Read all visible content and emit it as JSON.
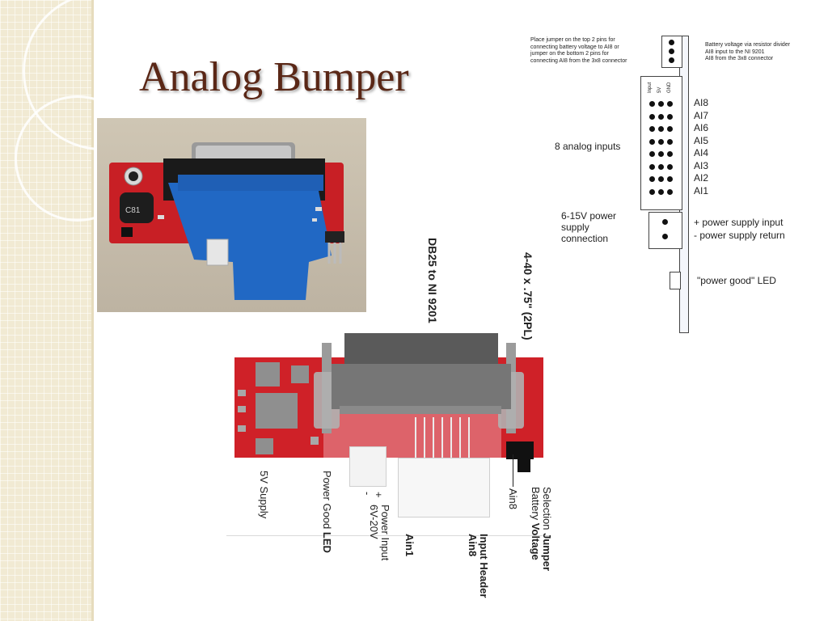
{
  "slide": {
    "title": "Analog Bumper"
  },
  "schematic": {
    "jumper_note": [
      "Place jumper on the top 2 pins for",
      "connecting battery voltage to AI8 or",
      "jumper on the bottom 2 pins for",
      "connecting AI8 from the 3x8 connector"
    ],
    "battery_note": [
      "Battery voltage via resistor divider",
      "AI8 input to the NI 9201",
      "AI8 from the 3x8 connector"
    ],
    "header_labels": [
      "Input",
      "5V",
      "GND"
    ],
    "analog_group_label": "8 analog inputs",
    "analog_pins": [
      "AI8",
      "AI7",
      "AI6",
      "AI5",
      "AI4",
      "AI3",
      "AI2",
      "AI1"
    ],
    "power_label": [
      "6-15V power",
      "supply",
      "connection"
    ],
    "power_pins": [
      "+ power supply input",
      "- power supply return"
    ],
    "led_label": "\"power good\" LED"
  },
  "board": {
    "connector_label": "DB25 to NI 9201",
    "screw_label": "4-40 x .75\" (2PL)",
    "labels": {
      "supply": "5V Supply",
      "power_good_prefix": "Power Good ",
      "power_good_bold": "LED",
      "power_input_plus": "+",
      "power_input_text": "Power Input",
      "power_input_minus": "-",
      "power_input_range": "6V-20V",
      "ain1": "Ain1",
      "input_header": "Input Header",
      "ain8_bold": "Ain8",
      "ain8": "Ain8",
      "selection_prefix": "Selection ",
      "selection_bold": "Jumper",
      "battery_prefix": "Battery ",
      "battery_bold": "Voltage"
    }
  },
  "photo": {
    "inductor_marking": "C81"
  }
}
